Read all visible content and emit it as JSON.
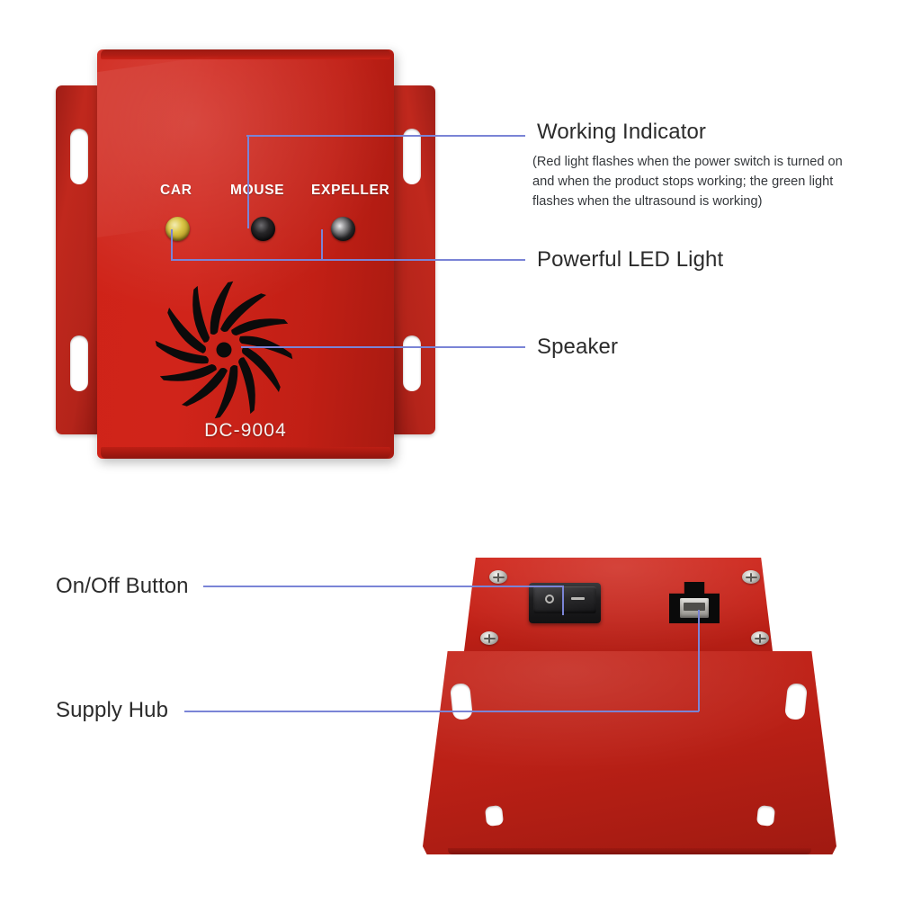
{
  "page": {
    "background_color": "#ffffff",
    "leader_line_color": "#7a84d6",
    "body_color": "#c8231a",
    "text_color": "#2b2b2b"
  },
  "front_view": {
    "model_name": "DC-9004",
    "led_labels": [
      {
        "key": "car",
        "text": "CAR"
      },
      {
        "key": "mouse",
        "text": "MOUSE"
      },
      {
        "key": "expeller",
        "text": "EXPELLER"
      }
    ],
    "leds": [
      {
        "key": "car",
        "color": "#ddc84a"
      },
      {
        "key": "mouse",
        "color": "#1a1a1c"
      },
      {
        "key": "expeller",
        "color": "#2a2a2c"
      }
    ],
    "speaker_grille": {
      "blades": 12,
      "style": "pinwheel-swirl",
      "color": "#0b0b0b"
    },
    "brackets": {
      "count": 2,
      "slots_each": 2
    }
  },
  "rear_view": {
    "power_switch": {
      "off_mark": "O",
      "on_mark": "—"
    },
    "screws": 4,
    "plate_slots": 4
  },
  "callouts": [
    {
      "id": "working-indicator",
      "title": "Working Indicator",
      "note_lines": [
        "(Red light flashes when the power switch is turned on",
        "and when the product stops working; the green light",
        " flashes when the ultrasound is working)"
      ]
    },
    {
      "id": "powerful-led-light",
      "title": "Powerful LED Light",
      "note_lines": []
    },
    {
      "id": "speaker",
      "title": "Speaker",
      "note_lines": []
    },
    {
      "id": "on-off-button",
      "title": "On/Off Button",
      "note_lines": []
    },
    {
      "id": "supply-hub",
      "title": "Supply Hub",
      "note_lines": []
    }
  ]
}
